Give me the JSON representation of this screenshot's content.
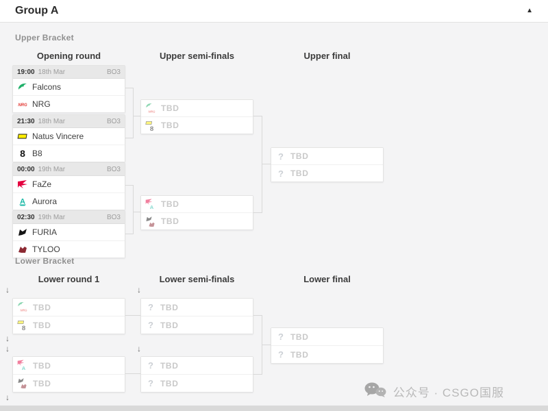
{
  "header": {
    "title": "Group A"
  },
  "icons": {
    "collapse": "▲",
    "question": "?",
    "drop_arrow": "↓"
  },
  "labels": {
    "tbd": "TBD"
  },
  "upper": {
    "section": "Upper Bracket",
    "columns": [
      "Opening round",
      "Upper semi-finals",
      "Upper final"
    ],
    "matches": [
      {
        "time": "19:00",
        "date": "18th Mar",
        "format": "BO3",
        "team1": "Falcons",
        "team2": "NRG"
      },
      {
        "time": "21:30",
        "date": "18th Mar",
        "format": "BO3",
        "team1": "Natus Vincere",
        "team2": "B8"
      },
      {
        "time": "00:00",
        "date": "19th Mar",
        "format": "BO3",
        "team1": "FaZe",
        "team2": "Aurora"
      },
      {
        "time": "02:30",
        "date": "19th Mar",
        "format": "BO3",
        "team1": "FURIA",
        "team2": "TYLOO"
      }
    ]
  },
  "lower": {
    "section": "Lower Bracket",
    "columns": [
      "Lower round 1",
      "Lower semi-finals",
      "Lower final"
    ]
  },
  "colors": {
    "falcons": "#1fb069",
    "nrg": "#e23a35",
    "navi": "#ffee00",
    "b8": "#151515",
    "faze": "#e4013f",
    "aurora": "#18b8a5",
    "furia": "#161616",
    "tyloo": "#8c2a33",
    "background": "#f4f4f5",
    "card_header": "#e8e8e8",
    "connector": "#d8d8d8"
  },
  "watermark": {
    "text": "公众号 · CSGO国服"
  }
}
